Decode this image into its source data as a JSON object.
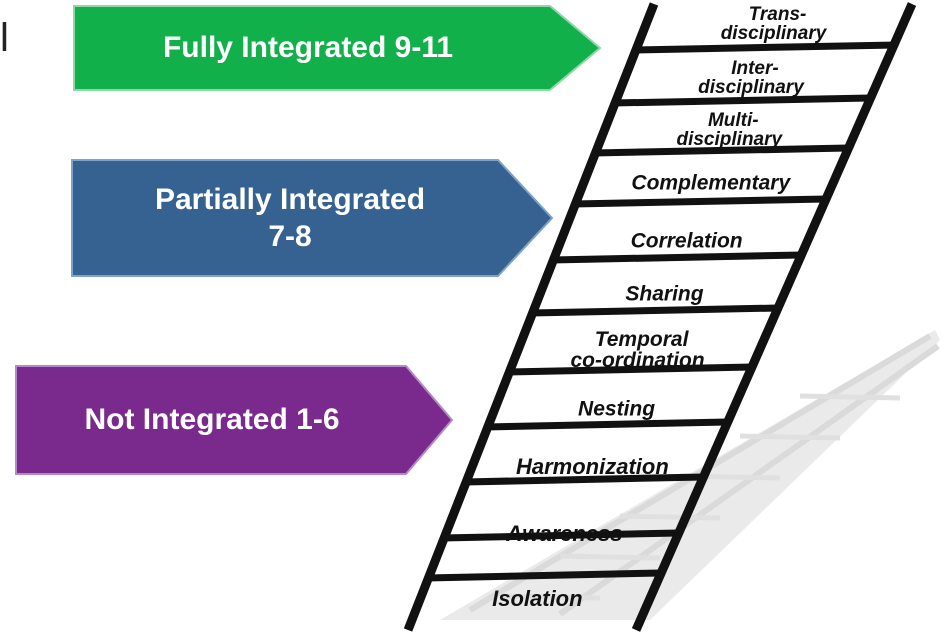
{
  "clipped_char": "l",
  "arrows": [
    {
      "line1": "Fully Integrated 9-11",
      "line2": "",
      "color": "#12b04a"
    },
    {
      "line1": "Partially Integrated",
      "line2": "7-8",
      "color": "#356291"
    },
    {
      "line1": "Not Integrated 1-6",
      "line2": "",
      "color": "#7a2a8c"
    }
  ],
  "ladder": {
    "levels": [
      {
        "line1": "Trans-",
        "line2": "disciplinary"
      },
      {
        "line1": "Inter-",
        "line2": "disciplinary"
      },
      {
        "line1": "Multi-",
        "line2": "disciplinary"
      },
      {
        "line1": "Complementary",
        "line2": ""
      },
      {
        "line1": "Correlation",
        "line2": ""
      },
      {
        "line1": "Sharing",
        "line2": ""
      },
      {
        "line1": "Temporal",
        "line2": "co-ordination"
      },
      {
        "line1": "Nesting",
        "line2": ""
      },
      {
        "line1": "Harmonization",
        "line2": ""
      },
      {
        "line1": "Awareness",
        "line2": ""
      },
      {
        "line1": "Isolation",
        "line2": ""
      }
    ]
  }
}
